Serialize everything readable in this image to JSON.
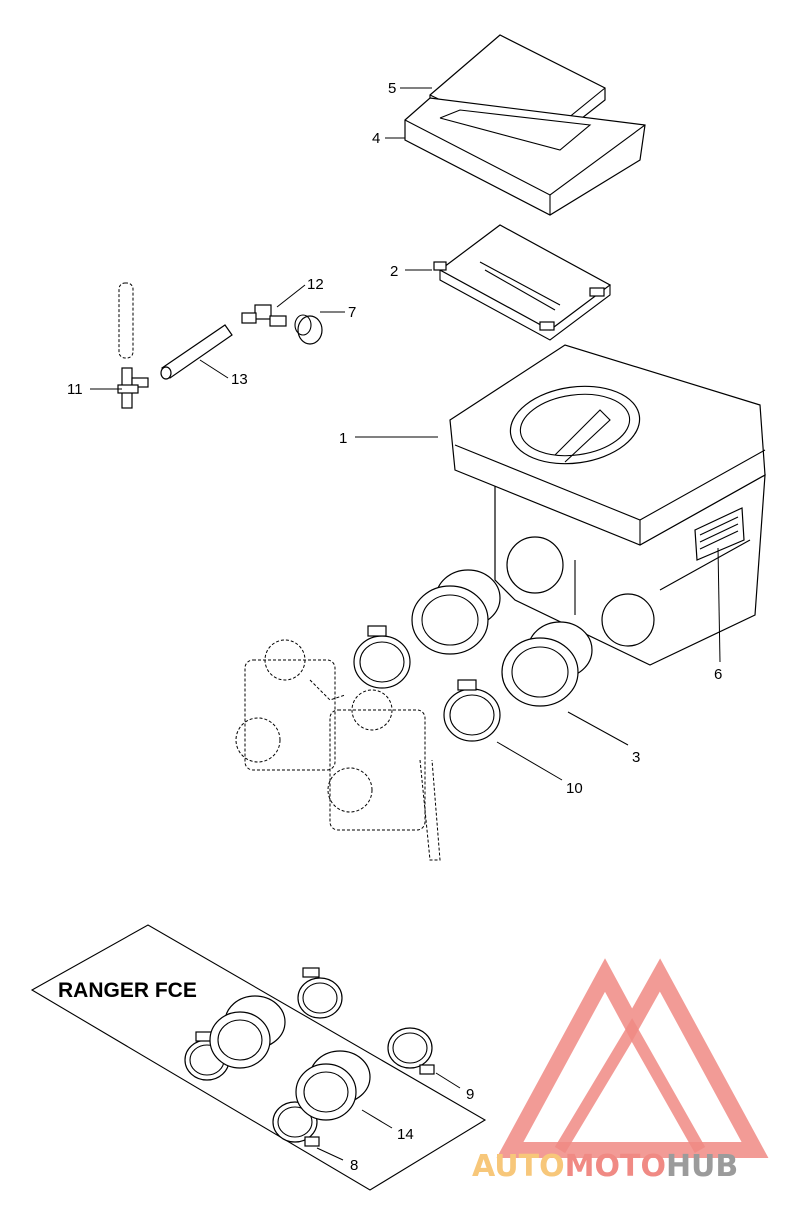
{
  "callouts": [
    {
      "id": "c1",
      "label": "1"
    },
    {
      "id": "c2",
      "label": "2"
    },
    {
      "id": "c3",
      "label": "3"
    },
    {
      "id": "c4",
      "label": "4"
    },
    {
      "id": "c5",
      "label": "5"
    },
    {
      "id": "c6",
      "label": "6"
    },
    {
      "id": "c7",
      "label": "7"
    },
    {
      "id": "c8",
      "label": "8"
    },
    {
      "id": "c9",
      "label": "9"
    },
    {
      "id": "c10",
      "label": "10"
    },
    {
      "id": "c11",
      "label": "11"
    },
    {
      "id": "c12",
      "label": "12"
    },
    {
      "id": "c13",
      "label": "13"
    },
    {
      "id": "c14",
      "label": "14"
    }
  ],
  "inset": {
    "title": "RANGER FCE"
  },
  "watermark": {
    "part1": "AUTO",
    "part2": "MOTO",
    "part3": "HUB",
    "color_light": "#f7c77a",
    "color_red": "#f08a84",
    "color_gray": "#9b9b9b"
  }
}
